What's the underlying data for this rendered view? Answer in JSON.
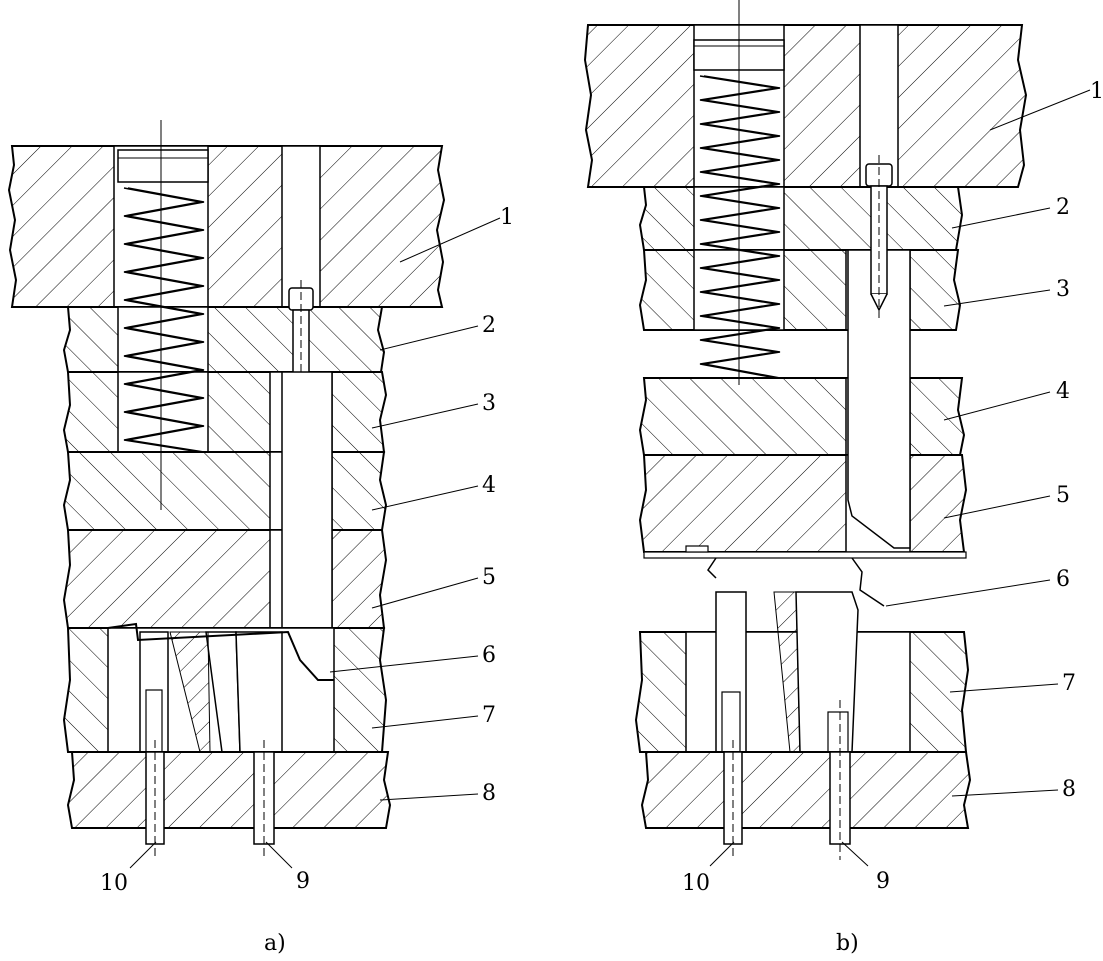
{
  "figure": {
    "panels": [
      {
        "id": "a",
        "caption": "a)",
        "callouts": [
          {
            "n": "1",
            "label": "1"
          },
          {
            "n": "2",
            "label": "2"
          },
          {
            "n": "3",
            "label": "3"
          },
          {
            "n": "4",
            "label": "4"
          },
          {
            "n": "5",
            "label": "5"
          },
          {
            "n": "6",
            "label": "6"
          },
          {
            "n": "7",
            "label": "7"
          },
          {
            "n": "8",
            "label": "8"
          },
          {
            "n": "9",
            "label": "9"
          },
          {
            "n": "10",
            "label": "10"
          }
        ]
      },
      {
        "id": "b",
        "caption": "b)",
        "callouts": [
          {
            "n": "1",
            "label": "1"
          },
          {
            "n": "2",
            "label": "2"
          },
          {
            "n": "3",
            "label": "3"
          },
          {
            "n": "4",
            "label": "4"
          },
          {
            "n": "5",
            "label": "5"
          },
          {
            "n": "6",
            "label": "6"
          },
          {
            "n": "7",
            "label": "7"
          },
          {
            "n": "8",
            "label": "8"
          },
          {
            "n": "9",
            "label": "9"
          },
          {
            "n": "10",
            "label": "10"
          }
        ]
      }
    ]
  }
}
